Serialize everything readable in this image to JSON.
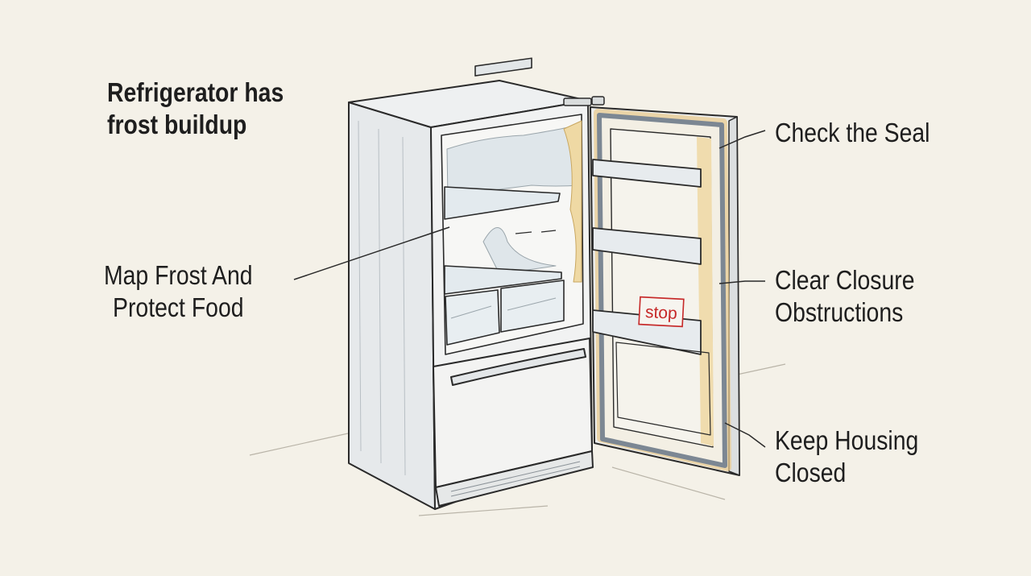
{
  "labels": {
    "frost_buildup": [
      "Refrigerator has",
      "frost buildup"
    ],
    "map_frost": [
      "Map Frost And",
      "Protect Food"
    ],
    "check_seal": [
      "Check the Seal"
    ],
    "clear_closure": [
      "Clear Closure",
      "Obstructions"
    ],
    "keep_housing": [
      "Keep Housing",
      "Closed"
    ]
  },
  "stop_sign": "stop",
  "colors": {
    "background": "#f4f1e8",
    "ink": "#2a2a2a",
    "gasket": "#7c8793",
    "frost_tint": "#e9c98a",
    "stop_red": "#c62828"
  }
}
